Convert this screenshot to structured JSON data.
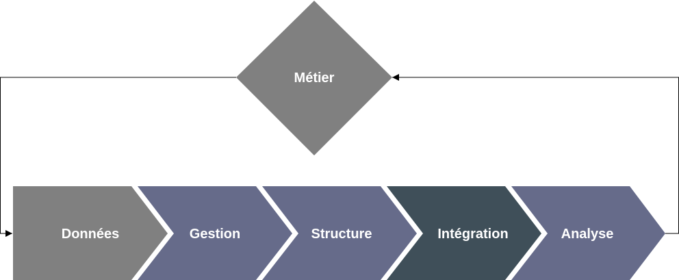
{
  "diagram": {
    "hub": {
      "label": "Métier",
      "color": "#808080"
    },
    "stages": [
      {
        "label": "Données",
        "color": "#808080"
      },
      {
        "label": "Gestion",
        "color": "#666b8a"
      },
      {
        "label": "Structure",
        "color": "#666b8a"
      },
      {
        "label": "Intégration",
        "color": "#3f4f59"
      },
      {
        "label": "Analyse",
        "color": "#666b8a"
      }
    ],
    "connector_color": "#000000"
  }
}
